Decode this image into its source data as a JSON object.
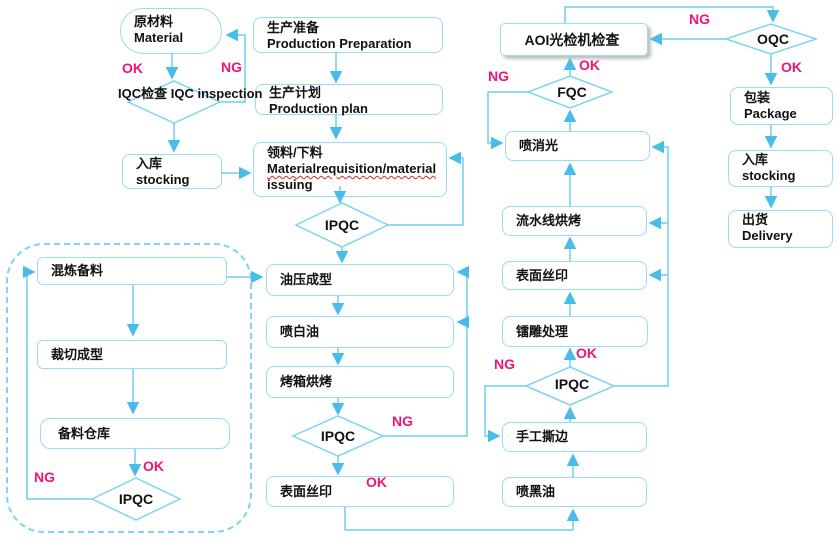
{
  "flow": {
    "nodes": {
      "material": {
        "zh": "原材料",
        "en": "Material"
      },
      "iqc": {
        "zh": "IQC检查",
        "en": "IQC inspection"
      },
      "stocking_left": {
        "zh": "入库",
        "en": "stocking"
      },
      "production_preparation": {
        "zh": "生产准备",
        "en": "Production Preparation"
      },
      "production_plan": {
        "zh": "生产计划",
        "en": "Production plan"
      },
      "material_requisition": {
        "zh": "领料/下料",
        "en_line1": "Materialrequisition/material",
        "en_line2": "issuing"
      },
      "ipqc_after_requisition": {
        "label": "IPQC"
      },
      "hydraulic_forming": {
        "label": "油压成型"
      },
      "white_oil_spray": {
        "label": "喷白油"
      },
      "oven_baking": {
        "label": "烤箱烘烤"
      },
      "ipqc_after_baking": {
        "label": "IPQC"
      },
      "surface_silkscreen_mid": {
        "label": "表面丝印"
      },
      "mixing_preparation": {
        "label": "混炼备料"
      },
      "cutting_forming": {
        "label": "裁切成型"
      },
      "material_warehouse": {
        "label": "备料仓库"
      },
      "ipqc_warehouse": {
        "label": "IPQC"
      },
      "black_oil_spray": {
        "label": "喷黑油"
      },
      "manual_edge_tearing": {
        "label": "手工撕边"
      },
      "ipqc_right": {
        "label": "IPQC"
      },
      "laser_engraving": {
        "label": "镭雕处理"
      },
      "surface_silkscreen_right": {
        "label": "表面丝印"
      },
      "line_baking": {
        "label": "流水线烘烤"
      },
      "matte_spray": {
        "label": "喷消光"
      },
      "fqc": {
        "label": "FQC"
      },
      "aoi_inspection": {
        "label": "AOI光检机检查"
      },
      "oqc": {
        "label": "OQC"
      },
      "package": {
        "zh": "包装",
        "en": "Package"
      },
      "stocking_right": {
        "zh": "入库",
        "en": "stocking"
      },
      "delivery": {
        "zh": "出货",
        "en": "Delivery"
      }
    },
    "flags": {
      "iqc_ok": "OK",
      "iqc_ng": "NG",
      "ipqc_baking_ng": "NG",
      "ipqc_baking_ok": "OK",
      "ipqc_warehouse_ng": "NG",
      "ipqc_warehouse_ok": "OK",
      "ipqc_right_ng": "NG",
      "ipqc_right_ok": "OK",
      "fqc_ng": "NG",
      "fqc_ok": "OK",
      "oqc_ng": "NG",
      "oqc_ok": "OK"
    },
    "colors": {
      "line": "#6fcdef",
      "box_border": "#9adcf5",
      "flag": "#ed1577",
      "text": "#111111"
    }
  }
}
